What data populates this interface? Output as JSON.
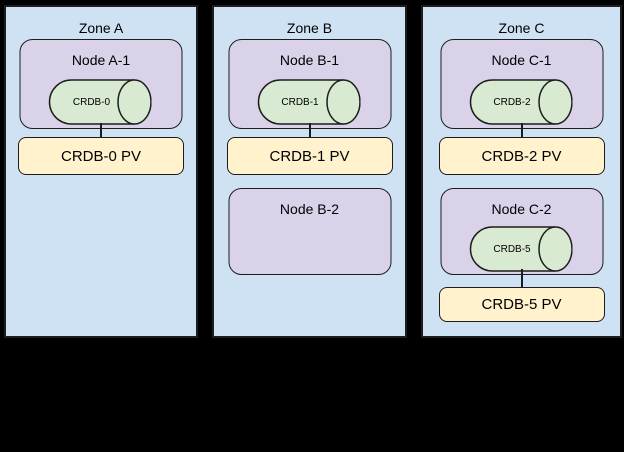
{
  "colors": {
    "background": "#000000",
    "zone_fill": "#cfe2f3",
    "node_fill": "#d9d2e9",
    "db_fill": "#d9ead3",
    "pv_fill": "#fff2cc",
    "stroke": "#1d1d1d"
  },
  "zones": [
    {
      "title": "Zone A",
      "groups": [
        {
          "node_label": "Node A-1",
          "db_label": "CRDB-0",
          "pv_label": "CRDB-0 PV"
        }
      ]
    },
    {
      "title": "Zone B",
      "groups": [
        {
          "node_label": "Node B-1",
          "db_label": "CRDB-1",
          "pv_label": "CRDB-1 PV"
        },
        {
          "node_label": "Node B-2"
        }
      ]
    },
    {
      "title": "Zone C",
      "groups": [
        {
          "node_label": "Node C-1",
          "db_label": "CRDB-2",
          "pv_label": "CRDB-2 PV"
        },
        {
          "node_label": "Node C-2",
          "db_label": "CRDB-5",
          "pv_label": "CRDB-5 PV"
        }
      ]
    }
  ]
}
